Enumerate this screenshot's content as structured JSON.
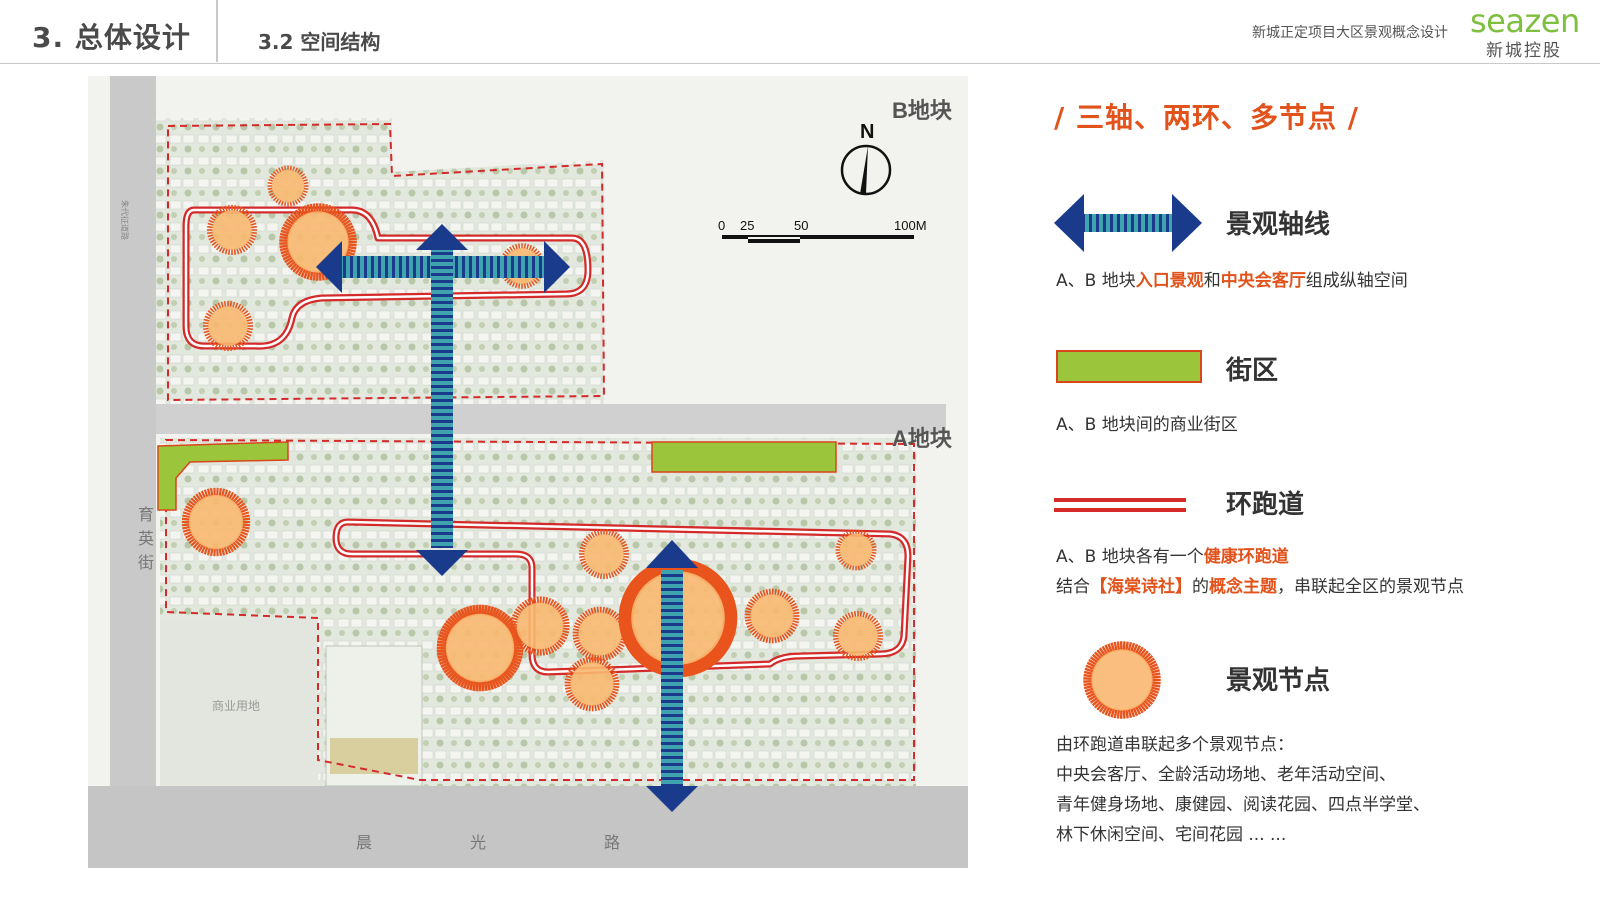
{
  "header": {
    "section_title": "3. 总体设计",
    "subsection_title": "3.2 空间结构",
    "project_name": "新城正定项目大区景观概念设计",
    "logo_en": "seazen",
    "logo_cn": "新城控股"
  },
  "map": {
    "block_b_label": "B地块",
    "block_a_label": "A地块",
    "north_label": "N",
    "scale_labels": [
      "0",
      "25",
      "50",
      "100M"
    ],
    "street_west": [
      "育",
      "英",
      "街"
    ],
    "street_south": [
      "晨",
      "光",
      "路"
    ],
    "west_road_small": "朱代征道路",
    "commercial_land": "商业用地"
  },
  "panel": {
    "title": "/ 三轴、两环、多节点 /",
    "axis": {
      "label": "景观轴线",
      "desc_pre": "A、B 地块",
      "desc_hl1": "入口景观",
      "desc_mid": "和",
      "desc_hl2": "中央会客厅",
      "desc_post": "组成纵轴空间"
    },
    "street": {
      "label": "街区",
      "desc": "A、B 地块间的商业街区"
    },
    "track": {
      "label": "环跑道",
      "desc1_pre": "A、B 地块各有一个",
      "desc1_hl": "健康环跑道",
      "desc2_pre": "结合",
      "desc2_hl1": "【海棠诗社】",
      "desc2_mid": "的",
      "desc2_hl2": "概念主题",
      "desc2_post": "，串联起全区的景观节点"
    },
    "node": {
      "label": "景观节点",
      "desc_lines": [
        "由环跑道串联起多个景观节点：",
        "中央会客厅、全龄活动场地、老年活动空间、",
        "青年健身场地、康健园、阅读花园、四点半学堂、",
        "林下休闲空间、宅间花园 ... ..."
      ]
    }
  },
  "colors": {
    "accent": "#e2531c",
    "axis_navy": "#1a3a8c",
    "axis_teal": "#3fa4b0",
    "track_red": "#d42a2a",
    "street_green": "#9bc63c",
    "node_fill": "#f9b870",
    "node_ray": "#e8541c"
  }
}
